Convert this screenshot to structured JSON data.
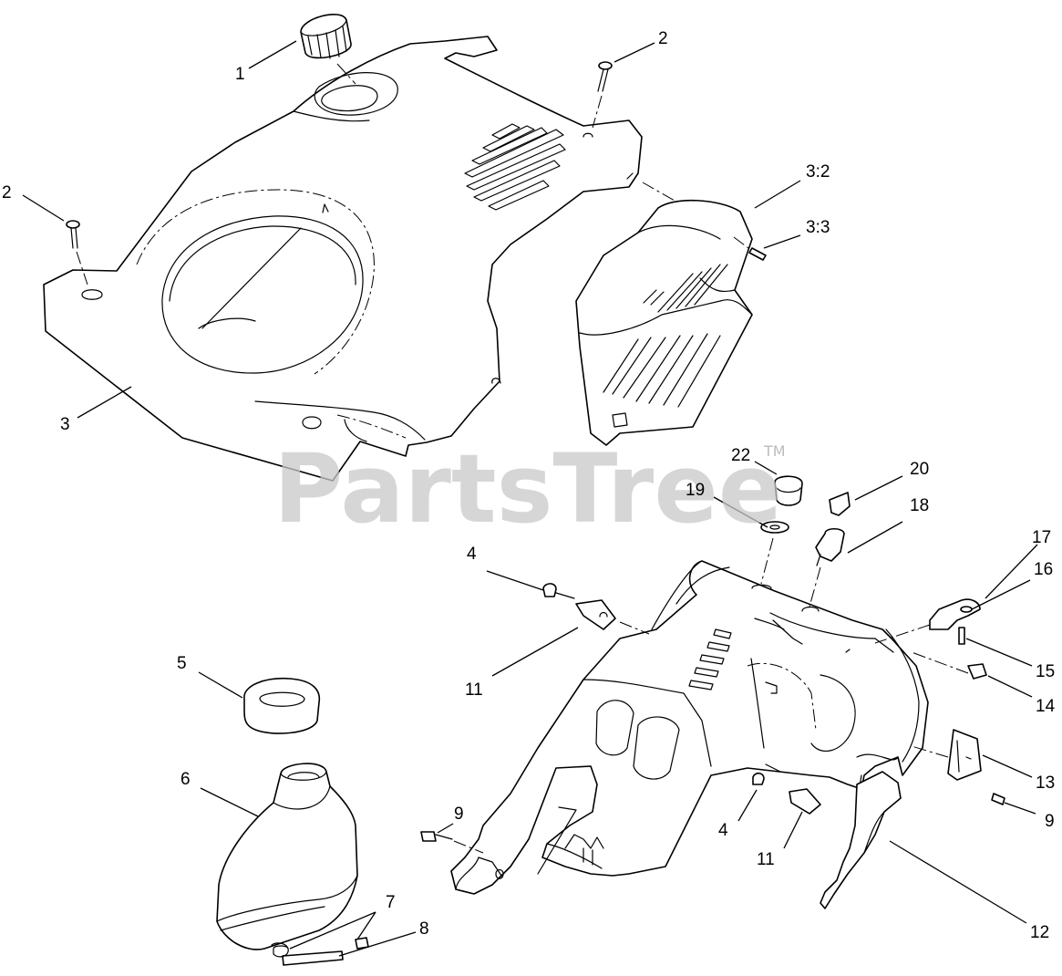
{
  "watermark": {
    "brand": "PartsTree",
    "trademark": "TM"
  },
  "callouts": [
    "1",
    "2",
    "2",
    "3",
    "3:2",
    "3:3",
    "22",
    "19",
    "20",
    "18",
    "17",
    "16",
    "15",
    "14",
    "13",
    "9",
    "12",
    "11",
    "4",
    "9",
    "4",
    "11",
    "5",
    "6",
    "7",
    "8"
  ],
  "colors": {
    "line": "#000000",
    "watermark": "#c8c8c8",
    "background": "#ffffff"
  }
}
